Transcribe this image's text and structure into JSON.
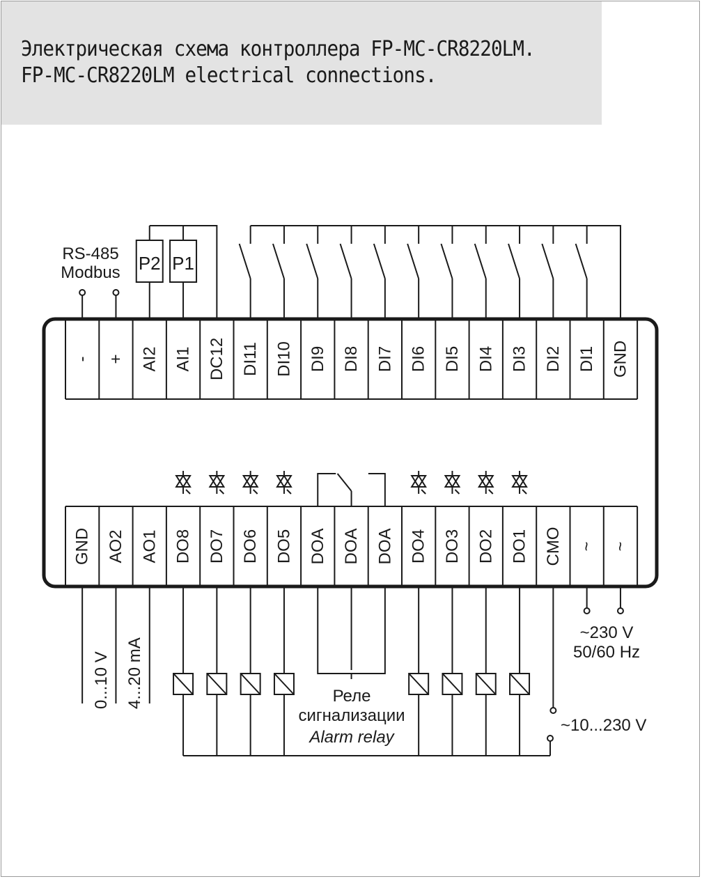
{
  "title": {
    "line_ru": "Электрическая схема контроллера FP-MC-CR8220LM.",
    "line_en": "FP-MC-CR8220LM electrical connections."
  },
  "top_terminals": [
    "-",
    "+",
    "AI2",
    "AI1",
    "DC12",
    "DI11",
    "DI10",
    "DI9",
    "DI8",
    "DI7",
    "DI6",
    "DI5",
    "DI4",
    "DI3",
    "DI2",
    "DI1",
    "GND"
  ],
  "bottom_terminals": [
    "GND",
    "AO2",
    "AO1",
    "DO8",
    "DO7",
    "DO6",
    "DO5",
    "DOA",
    "DOA",
    "DOA",
    "DO4",
    "DO3",
    "DO2",
    "DO1",
    "CMO",
    "~",
    "~"
  ],
  "sensors": {
    "p2": "P2",
    "p1": "P1"
  },
  "labels": {
    "rs485": "RS-485",
    "modbus": "Modbus",
    "v0_10": "0...10 V",
    "ma4_20": "4...20 mA",
    "supply_v": "~230 V",
    "supply_hz": "50/60 Hz",
    "alarm_ru_1": "Реле",
    "alarm_ru_2": "сигнализации",
    "alarm_en": "Alarm relay",
    "load_supply": "~10...230 V"
  }
}
